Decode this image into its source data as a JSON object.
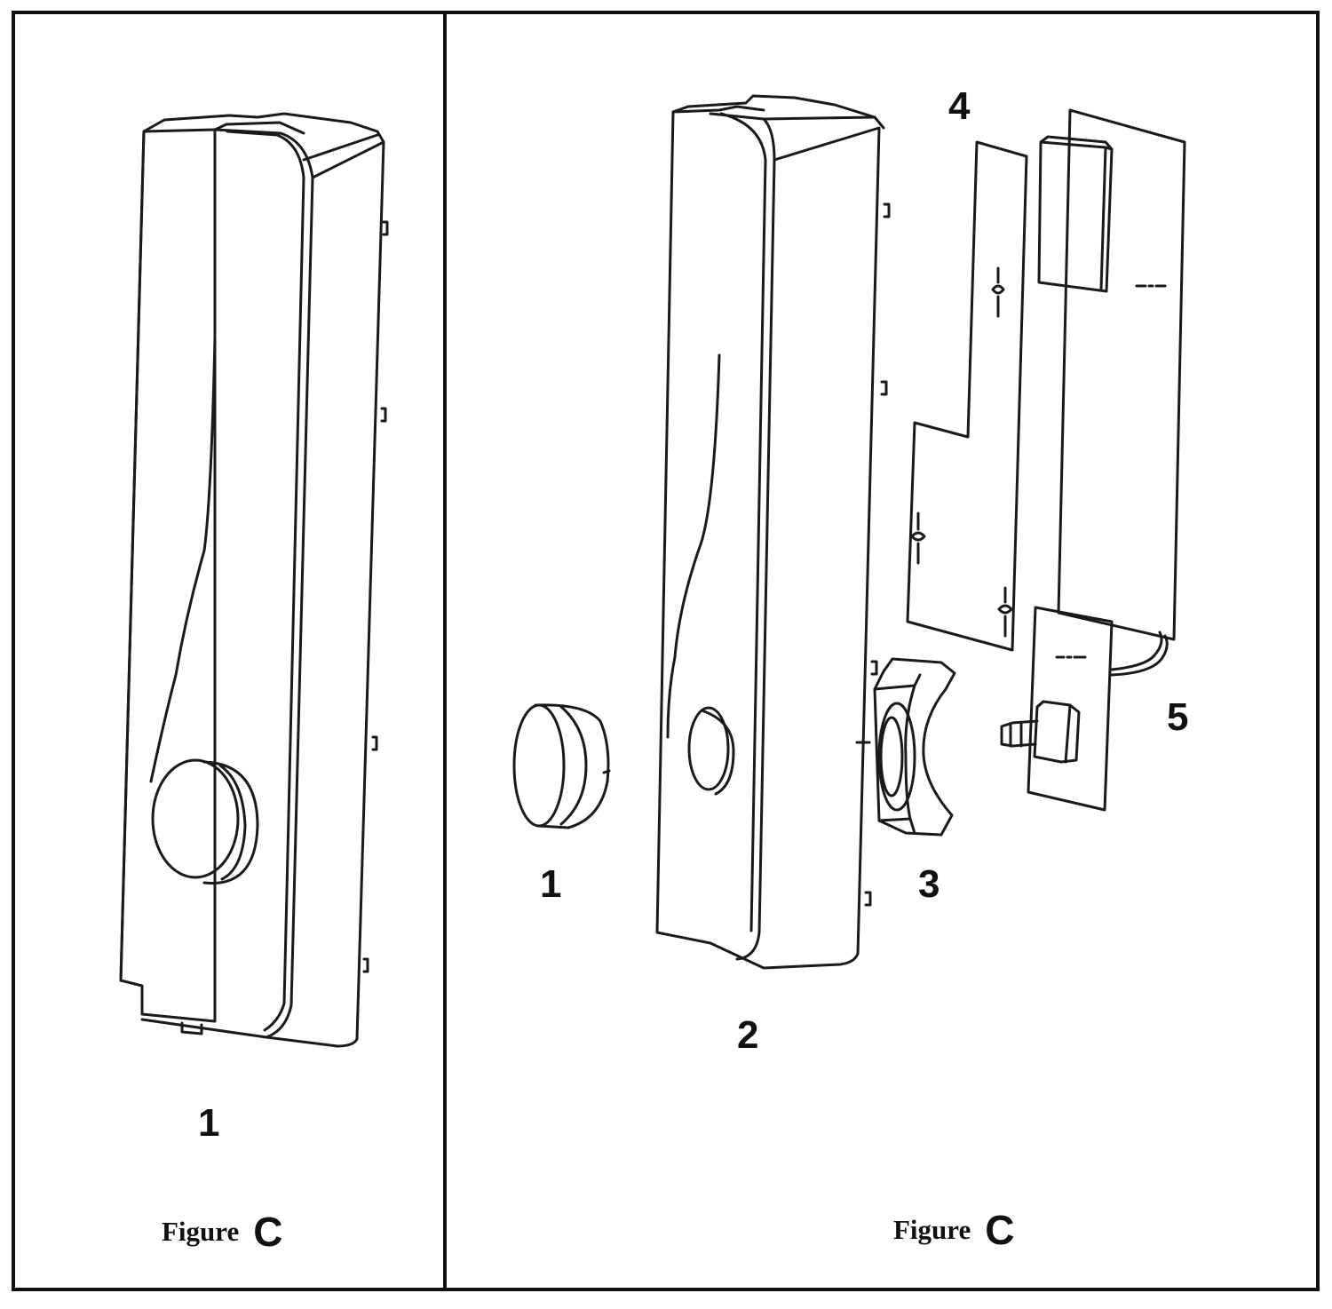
{
  "left_panel": {
    "part_label": "1",
    "caption": {
      "word": "Figure",
      "letter": "C"
    }
  },
  "right_panel": {
    "part_labels": {
      "p1": "1",
      "p2": "2",
      "p3": "3",
      "p4": "4",
      "p5": "5"
    },
    "caption": {
      "word": "Figure",
      "letter": "C"
    }
  },
  "colors": {
    "line": "#1a1a1a",
    "border": "#111111",
    "background": "#ffffff"
  }
}
